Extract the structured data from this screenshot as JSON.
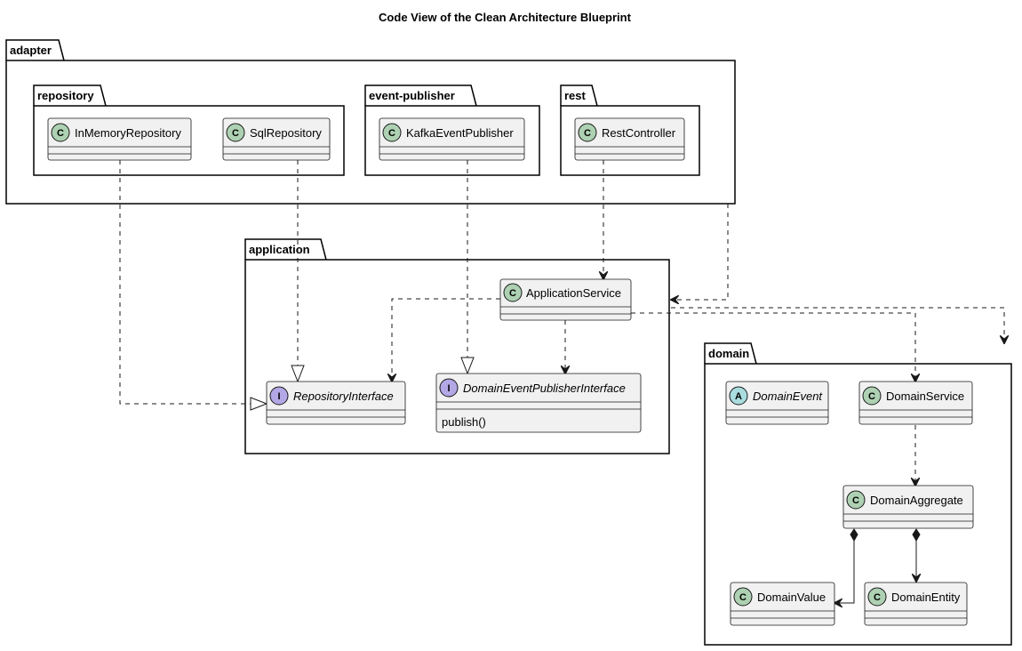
{
  "diagram": {
    "title": "Code View of the Clean Architecture Blueprint",
    "colors": {
      "class_circle": "#ADD1B2",
      "interface_circle": "#B4A7E5",
      "abstract_circle": "#A9DCDF",
      "class_fill": "#F1F1F1",
      "border": "#181818"
    },
    "packages": {
      "adapter": "adapter",
      "repository": "repository",
      "event_publisher": "event-publisher",
      "rest": "rest",
      "application": "application",
      "domain": "domain"
    },
    "classes": {
      "in_memory_repository": {
        "name": "InMemoryRepository",
        "kind": "C"
      },
      "sql_repository": {
        "name": "SqlRepository",
        "kind": "C"
      },
      "kafka_event_publisher": {
        "name": "KafkaEventPublisher",
        "kind": "C"
      },
      "rest_controller": {
        "name": "RestController",
        "kind": "C"
      },
      "application_service": {
        "name": "ApplicationService",
        "kind": "C"
      },
      "repository_interface": {
        "name": "RepositoryInterface",
        "kind": "I"
      },
      "domain_event_publisher_interface": {
        "name": "DomainEventPublisherInterface",
        "kind": "I",
        "method": "publish()"
      },
      "domain_event": {
        "name": "DomainEvent",
        "kind": "A"
      },
      "domain_service": {
        "name": "DomainService",
        "kind": "C"
      },
      "domain_aggregate": {
        "name": "DomainAggregate",
        "kind": "C"
      },
      "domain_value": {
        "name": "DomainValue",
        "kind": "C"
      },
      "domain_entity": {
        "name": "DomainEntity",
        "kind": "C"
      }
    }
  }
}
